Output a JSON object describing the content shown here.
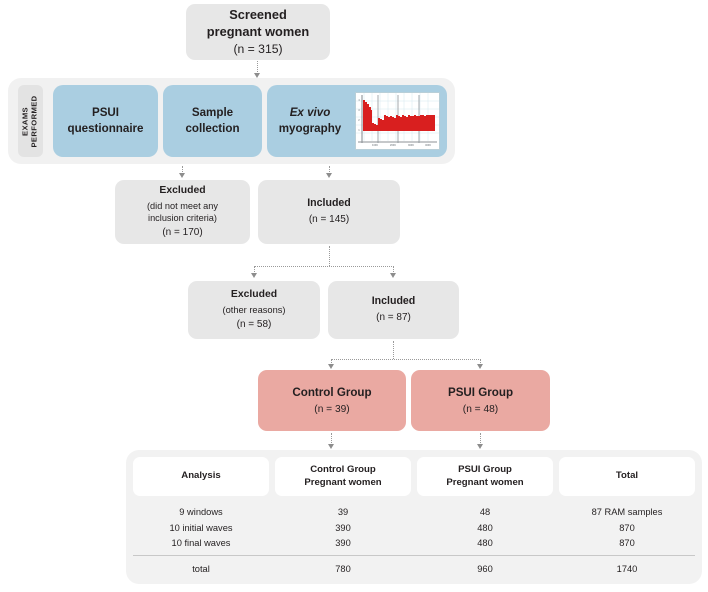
{
  "flow": {
    "screened": {
      "line1": "Screened",
      "line2": "pregnant women",
      "line3": "(n = 315)"
    },
    "exams": {
      "section_label_line1": "EXAMS",
      "section_label_line2": "PERFORMED",
      "boxes": [
        {
          "line1": "PSUI",
          "line2": "questionnaire"
        },
        {
          "line1": "Sample",
          "line2": "collection"
        },
        {
          "line1": "Ex vivo",
          "line2": "myography"
        }
      ]
    },
    "level1": {
      "excluded": {
        "title": "Excluded",
        "reason_line1": "(did not meet any",
        "reason_line2": "inclusion criteria)",
        "count": "(n = 170)"
      },
      "included": {
        "title": "Included",
        "count": "(n = 145)"
      }
    },
    "level2": {
      "excluded": {
        "title": "Excluded",
        "reason": "(other reasons)",
        "count": "(n = 58)"
      },
      "included": {
        "title": "Included",
        "count": "(n = 87)"
      }
    },
    "groups": {
      "control": {
        "title": "Control Group",
        "count": "(n = 39)"
      },
      "psui": {
        "title": "PSUI Group",
        "count": "(n = 48)"
      }
    }
  },
  "table": {
    "headers": [
      {
        "line1": "Analysis",
        "line2": ""
      },
      {
        "line1": "Control Group",
        "line2": "Pregnant women"
      },
      {
        "line1": "PSUI Group",
        "line2": "Pregnant women"
      },
      {
        "line1": "Total",
        "line2": ""
      }
    ],
    "rows": [
      {
        "analysis": "9 windows",
        "control": "39",
        "psui": "48",
        "total": "87 RAM samples"
      },
      {
        "analysis": "10 initial waves",
        "control": "390",
        "psui": "480",
        "total": "870"
      },
      {
        "analysis": "10 final waves",
        "control": "390",
        "psui": "480",
        "total": "870"
      }
    ],
    "total_row": {
      "analysis": "total",
      "control": "780",
      "psui": "960",
      "total": "1740"
    }
  },
  "chart_data": {
    "type": "area",
    "title": "",
    "xlabel": "",
    "ylabel": "",
    "description": "Ex vivo myography trace: initial large contraction burst followed by nine progressively smaller repeating bursts",
    "series": [
      {
        "name": "myography-trace",
        "color": "#d91f1f",
        "values": [
          100,
          97,
          93,
          88,
          84,
          80,
          60,
          56,
          53,
          50,
          40,
          38,
          36,
          35,
          34,
          33,
          32,
          31,
          30,
          29,
          33,
          31,
          30,
          29,
          28,
          32,
          30,
          29,
          28,
          27,
          31,
          30,
          29,
          28,
          27,
          30,
          29,
          28,
          27,
          27,
          30,
          29,
          28,
          28,
          27,
          29,
          28,
          28,
          27,
          27,
          28,
          28,
          28,
          28,
          28
        ]
      }
    ],
    "gridlines": true,
    "dividers": 3,
    "bursts": 10
  },
  "colors": {
    "exam_blue": "#aacee1",
    "group_pink": "#eaa9a2",
    "node_gray": "#e7e7e7",
    "panel_gray": "#f1f1f1",
    "connector_gray": "#9a9a9a",
    "chart_red": "#d91f1f"
  }
}
